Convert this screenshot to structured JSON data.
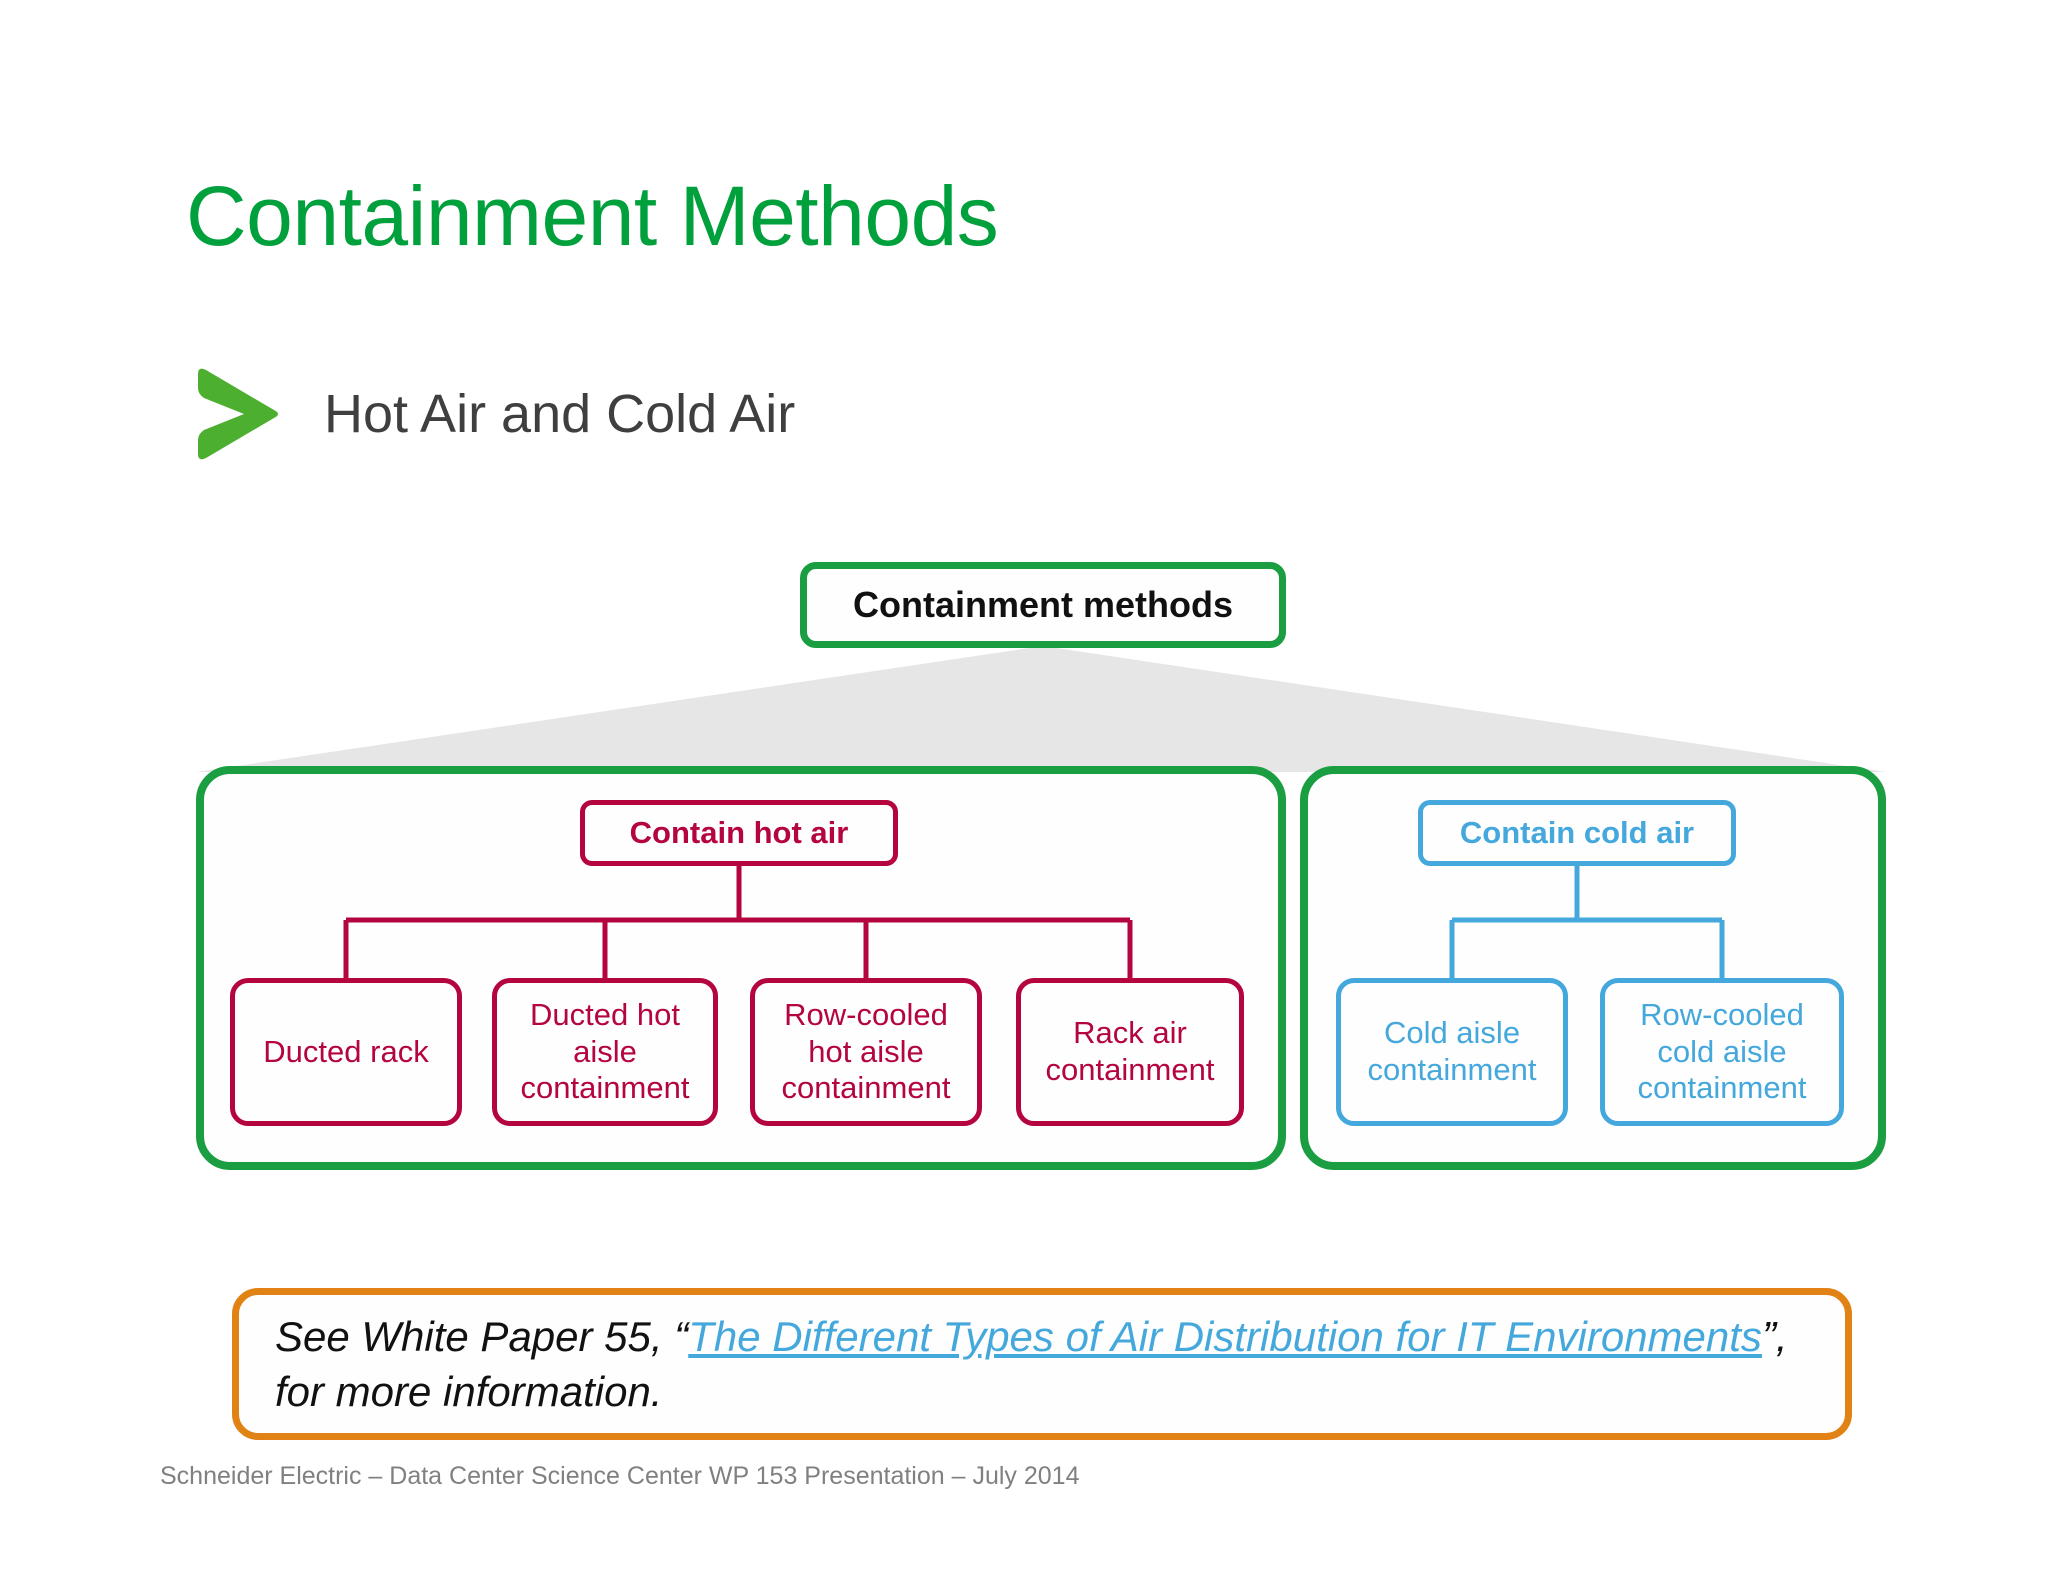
{
  "slide": {
    "title": "Containment Methods",
    "subtitle": "Hot Air and Cold Air",
    "bullet_icon": "chevron-right-icon"
  },
  "colors": {
    "title_green": "#00A03C",
    "box_green": "#1A9E41",
    "hot_crimson": "#B4053F",
    "cold_blue": "#45A8DC",
    "callout_orange": "#E08214",
    "subtitle_gray": "#3F3F3F",
    "footer_gray": "#808080",
    "fan_gray": "#E6E6E6"
  },
  "chart_data": {
    "type": "tree",
    "title": "Containment methods",
    "root": "Containment methods",
    "branches": [
      {
        "label": "Contain hot air",
        "color": "#B4053F",
        "children": [
          "Ducted rack",
          "Ducted hot aisle containment",
          "Row-cooled hot aisle containment",
          "Rack air containment"
        ]
      },
      {
        "label": "Contain cold air",
        "color": "#45A8DC",
        "children": [
          "Cold aisle containment",
          "Row-cooled cold aisle containment"
        ]
      }
    ]
  },
  "diagram": {
    "root_label": "Containment methods",
    "hot": {
      "branch_label": "Contain hot air",
      "leaves": [
        "Ducted rack",
        "Ducted hot aisle containment",
        "Row-cooled hot aisle containment",
        "Rack air containment"
      ]
    },
    "cold": {
      "branch_label": "Contain cold air",
      "leaves": [
        "Cold aisle containment",
        "Row-cooled cold aisle containment"
      ]
    }
  },
  "callout": {
    "prefix": "See White Paper 55, “",
    "link": "The Different Types of Air Distribution for IT Environments",
    "suffix": "”, for more information."
  },
  "footer": {
    "text": "Schneider Electric – Data Center Science Center WP 153 Presentation – July 2014"
  }
}
